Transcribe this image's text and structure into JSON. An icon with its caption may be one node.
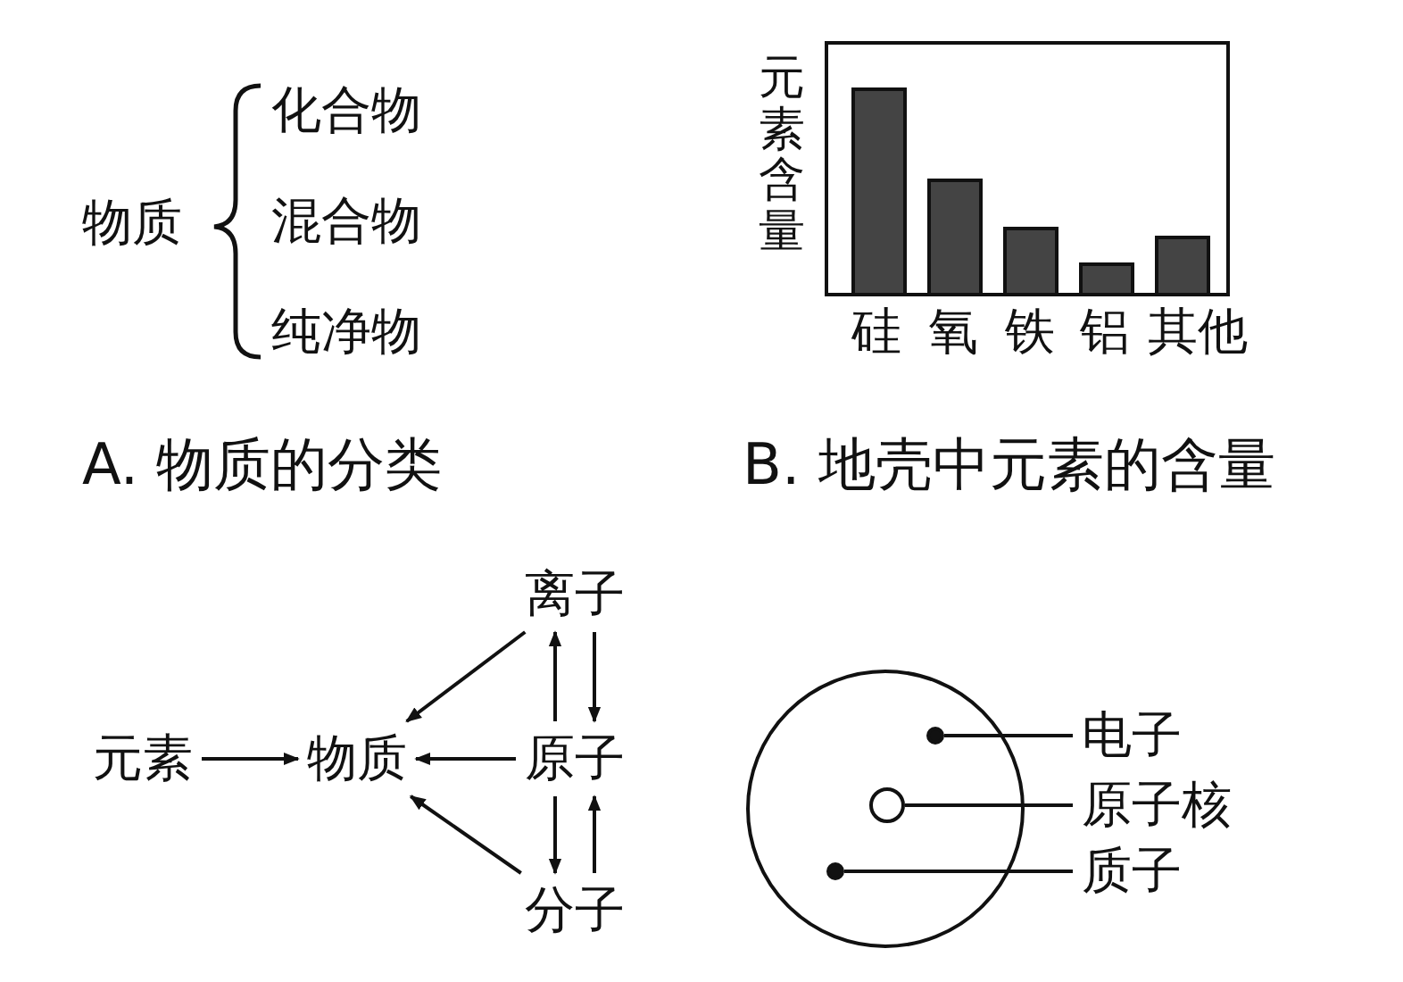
{
  "diagram": {
    "nodes": [
      {
        "text": [
          "元素"
        ]
      },
      {
        "text": [
          "物质"
        ]
      },
      {
        "text": [
          "离子"
        ]
      },
      {
        "text": [
          "原子"
        ]
      },
      {
        "text": [
          "分子"
        ]
      },
      {
        "text": [
          "电子"
        ]
      },
      {
        "text": [
          "原子核"
        ]
      },
      {
        "text": [
          "质子"
        ]
      },
      {
        "text": [],
        "shape": "circle"
      },
      {
        "text": [],
        "shape": "circle"
      },
      {
        "text": [],
        "shape": "circle"
      }
    ],
    "edges": [
      {
        "from": 0,
        "to": 1,
        "arrow": "to"
      },
      {
        "from": 2,
        "to": 1,
        "arrow": "to"
      },
      {
        "from": 3,
        "to": 1,
        "arrow": "to"
      },
      {
        "from": 4,
        "to": 1,
        "arrow": "to"
      },
      {
        "from": 3,
        "to": 2,
        "arrow": "to"
      },
      {
        "from": 2,
        "to": 3,
        "arrow": "to"
      },
      {
        "from": 3,
        "to": 4,
        "arrow": "to"
      },
      {
        "from": 4,
        "to": 3,
        "arrow": "to"
      },
      {
        "from": 5,
        "to": 8,
        "arrow": "none"
      },
      {
        "from": 6,
        "to": 9,
        "arrow": "none"
      },
      {
        "from": 7,
        "to": 10,
        "arrow": "none"
      }
    ],
    "labels": [
      "化合物",
      "物质",
      "混合物",
      "纯净物",
      "元素含量",
      "硅",
      "氧",
      "铁",
      "铝",
      "其他",
      "A. 物质的分类",
      "B. 地壳中元素的含量"
    ]
  }
}
